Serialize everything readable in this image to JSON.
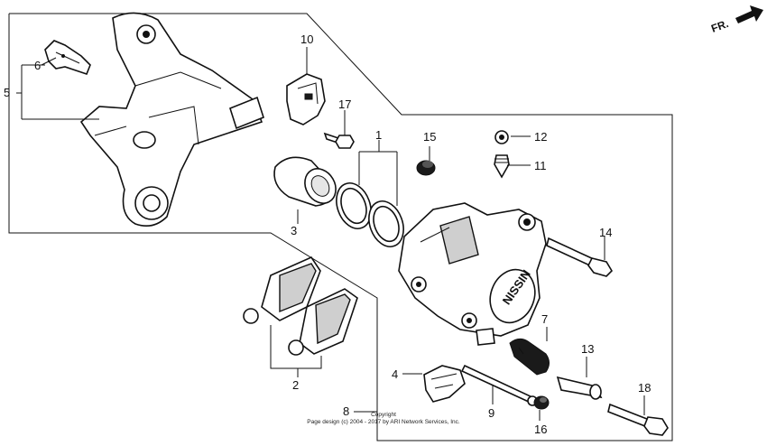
{
  "orientation_label": "FR.",
  "orientation_icon": "arrow-right-icon",
  "callouts": {
    "p1": "1",
    "p2": "2",
    "p3": "3",
    "p4": "4",
    "p5": "5",
    "p6": "6",
    "p7": "7",
    "p8": "8",
    "p9": "9",
    "p10": "10",
    "p11": "11",
    "p12": "12",
    "p13": "13",
    "p14": "14",
    "p15": "15",
    "p16": "16",
    "p17": "17",
    "p18": "18"
  },
  "copyright": {
    "line1": "Copyright",
    "line2": "Page design (c) 2004 - 2017 by ARI Network Services, Inc."
  },
  "caliper_lettering": "NISSIN"
}
